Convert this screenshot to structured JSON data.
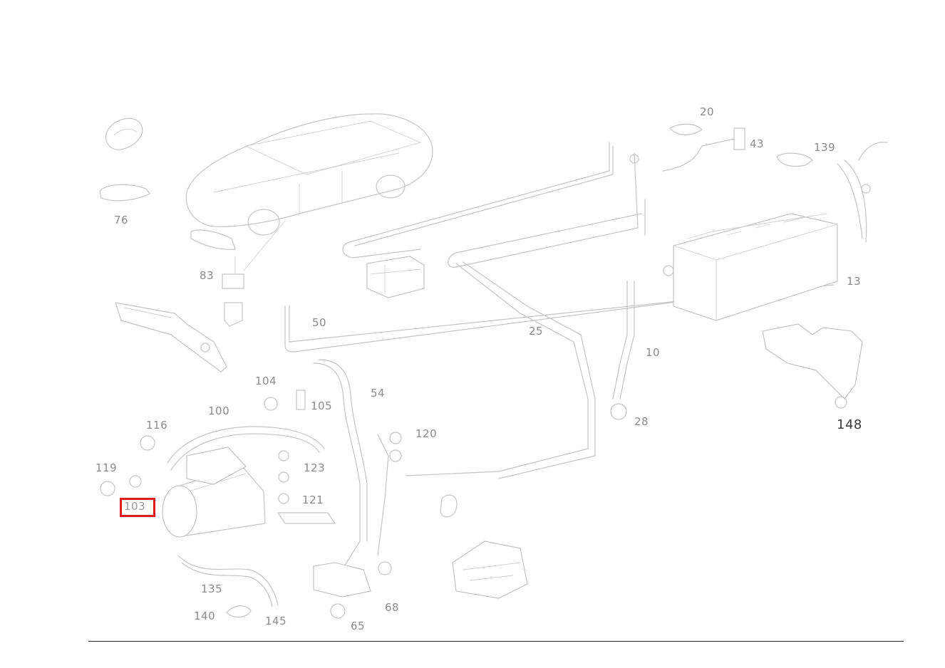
{
  "diagram": {
    "highlight_color": "#e01b1b",
    "callouts": [
      {
        "id": "c20",
        "text": "20"
      },
      {
        "id": "c43",
        "text": "43"
      },
      {
        "id": "c139",
        "text": "139"
      },
      {
        "id": "c13",
        "text": "13"
      },
      {
        "id": "c25",
        "text": "25"
      },
      {
        "id": "c10",
        "text": "10"
      },
      {
        "id": "c50",
        "text": "50"
      },
      {
        "id": "c28",
        "text": "28"
      },
      {
        "id": "c104",
        "text": "104"
      },
      {
        "id": "c105",
        "text": "105"
      },
      {
        "id": "c100",
        "text": "100"
      },
      {
        "id": "c54",
        "text": "54"
      },
      {
        "id": "c123",
        "text": "123"
      },
      {
        "id": "c119",
        "text": "119"
      },
      {
        "id": "c120",
        "text": "120"
      },
      {
        "id": "c121",
        "text": "121"
      },
      {
        "id": "c116",
        "text": "116"
      },
      {
        "id": "c135",
        "text": "135"
      },
      {
        "id": "c140",
        "text": "140"
      },
      {
        "id": "c145",
        "text": "145"
      },
      {
        "id": "c148",
        "text": "148"
      },
      {
        "id": "c76",
        "text": "76"
      },
      {
        "id": "c83",
        "text": "83"
      },
      {
        "id": "c65",
        "text": "65"
      },
      {
        "id": "c68",
        "text": "68"
      },
      {
        "id": "c103",
        "text": "103"
      }
    ],
    "highlighted_label": "103"
  }
}
